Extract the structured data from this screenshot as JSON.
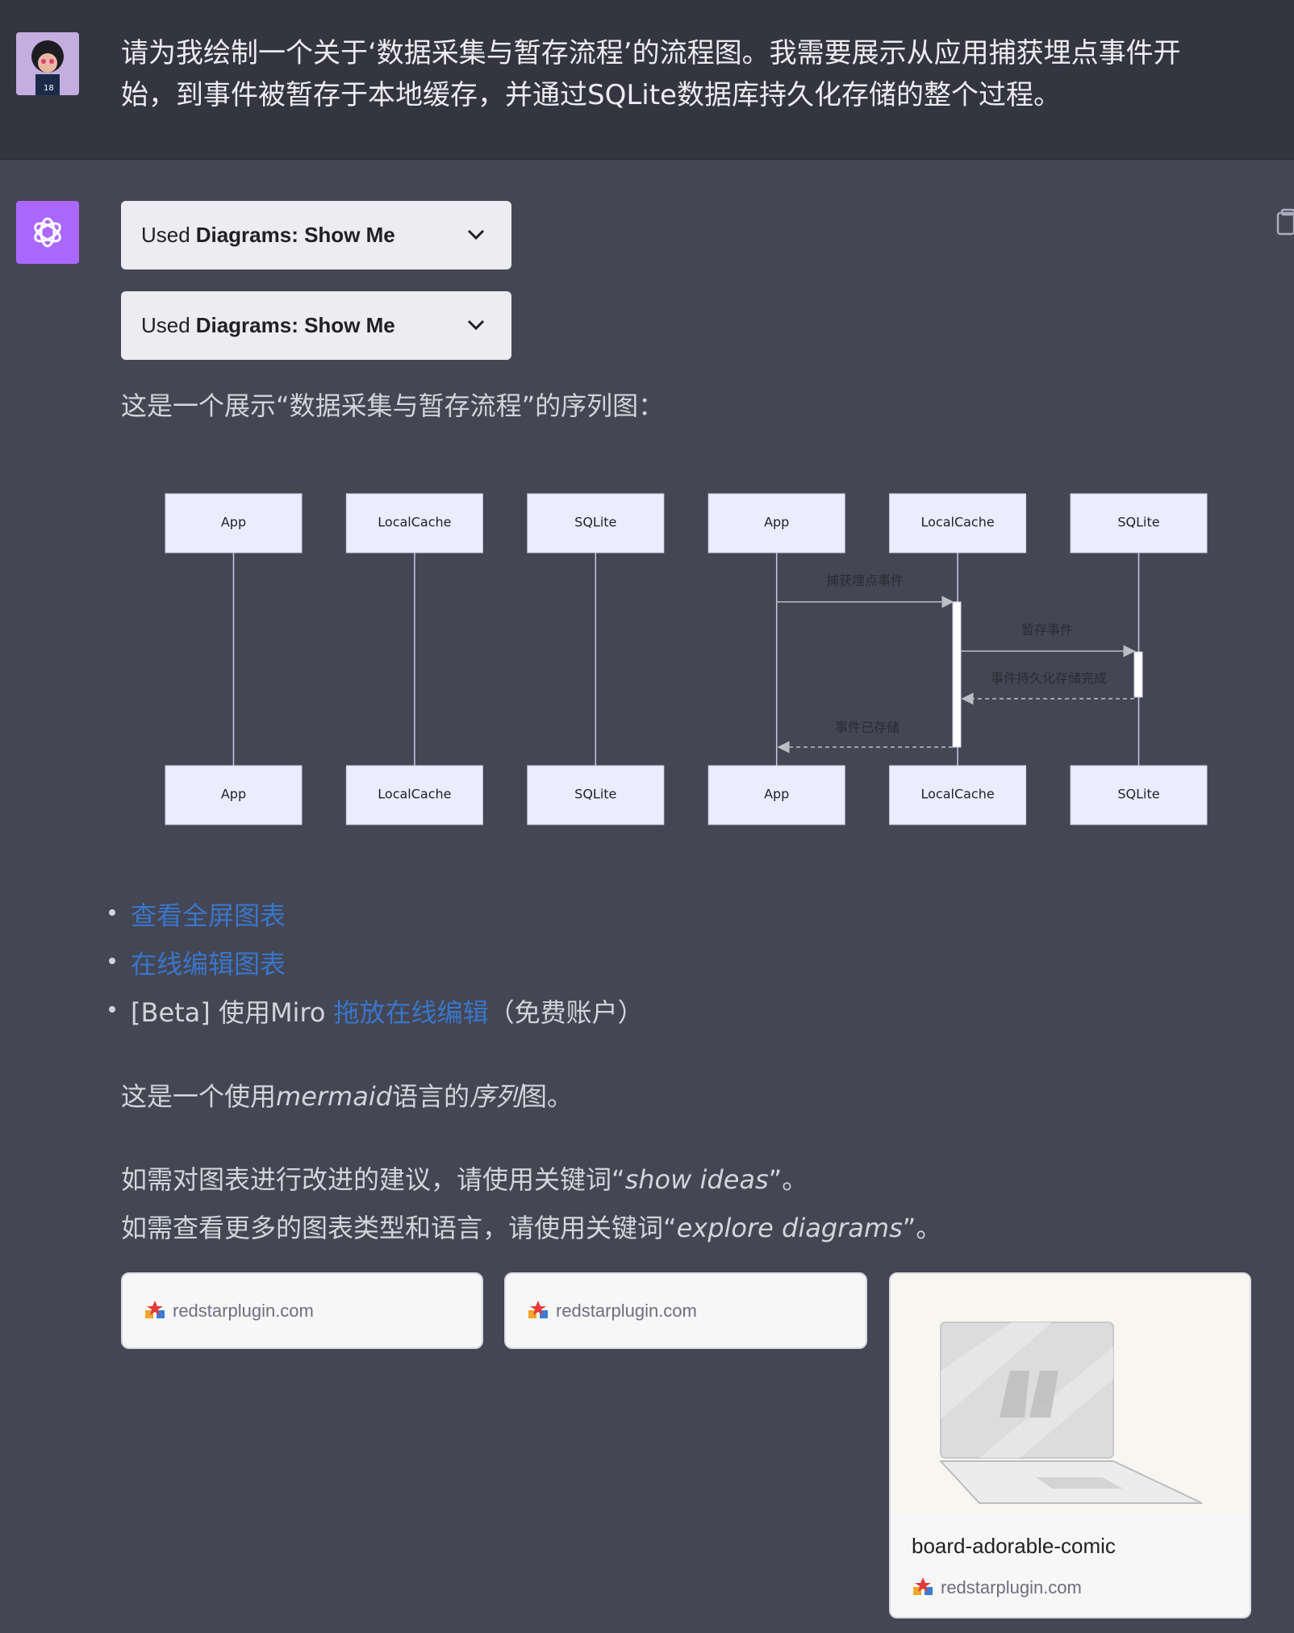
{
  "user": {
    "message": "请为我绘制一个关于‘数据采集与暂存流程’的流程图。我需要展示从应用捕获埋点事件开始，到事件被暂存于本地缓存，并通过SQLite数据库持久化存储的整个过程。"
  },
  "plugin_calls": [
    {
      "prefix": "Used",
      "name": "Diagrams: Show Me"
    },
    {
      "prefix": "Used",
      "name": "Diagrams: Show Me"
    }
  ],
  "intro": "这是一个展示“数据采集与暂存流程”的序列图：",
  "diagram": {
    "participants": [
      "App",
      "LocalCache",
      "SQLite",
      "App",
      "LocalCache",
      "SQLite"
    ],
    "messages": [
      {
        "label": "捕获埋点事件",
        "from": "App",
        "to": "LocalCache",
        "style": "solid"
      },
      {
        "label": "暂存事件",
        "from": "LocalCache",
        "to": "SQLite",
        "style": "solid"
      },
      {
        "label": "事件持久化存储完成",
        "from": "SQLite",
        "to": "LocalCache",
        "style": "dashed"
      },
      {
        "label": "事件已存储",
        "from": "LocalCache",
        "to": "App",
        "style": "dashed"
      }
    ]
  },
  "links": {
    "fullscreen": "查看全屏图表",
    "edit_online": "在线编辑图表",
    "miro_prefix": "[Beta] 使用Miro ",
    "miro_link": "拖放在线编辑",
    "miro_suffix": "（免费账户）"
  },
  "text": {
    "lang_a": "这是一个使用",
    "lang_b": "mermaid",
    "lang_c": "语言的",
    "lang_d": "序列",
    "lang_e": "图。",
    "ideas_a": "如需对图表进行改进的建议，请使用关键词“",
    "ideas_b": "show ideas",
    "ideas_c": "”。",
    "explore_a": "如需查看更多的图表类型和语言，请使用关键词“",
    "explore_b": "explore diagrams",
    "explore_c": "”。"
  },
  "cards": [
    {
      "domain": "redstarplugin.com"
    },
    {
      "domain": "redstarplugin.com"
    },
    {
      "title": "board-adorable-comic",
      "domain": "redstarplugin.com"
    }
  ],
  "colors": {
    "link": "#3a76c9",
    "assistant_avatar": "#ab68ff",
    "participant_box": "#ececff"
  }
}
